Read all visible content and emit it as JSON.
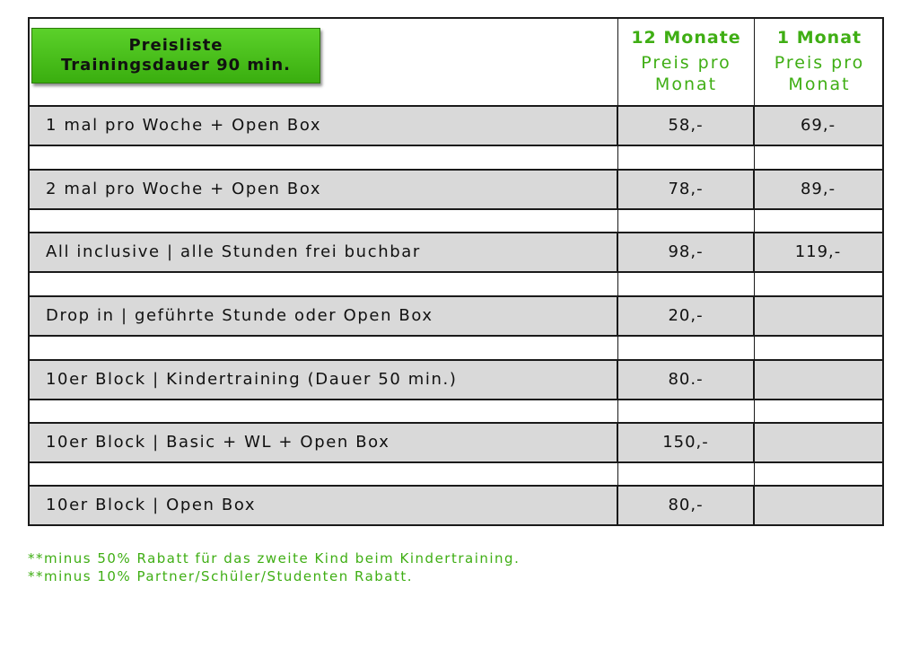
{
  "badge": {
    "line1": "Preisliste",
    "line2": "Trainingsdauer 90 min."
  },
  "columns": [
    {
      "title": "12 Monate",
      "sub": "Preis pro Monat"
    },
    {
      "title": "1 Monat",
      "sub": "Preis pro Monat"
    }
  ],
  "rows": [
    {
      "label": "1 mal pro Woche + Open Box",
      "p12": "58,-",
      "p1": "69,-"
    },
    {
      "label": "2 mal pro Woche + Open Box",
      "p12": "78,-",
      "p1": "89,-"
    },
    {
      "label": "All inclusive | alle Stunden frei buchbar",
      "p12": "98,-",
      "p1": "119,-"
    },
    {
      "label": "Drop in | geführte Stunde oder Open Box",
      "p12": "20,-",
      "p1": ""
    },
    {
      "label": "10er Block | Kindertraining (Dauer 50 min.)",
      "p12": "80.-",
      "p1": ""
    },
    {
      "label": "10er Block | Basic + WL + Open Box",
      "p12": "150,-",
      "p1": ""
    },
    {
      "label": "10er Block | Open Box",
      "p12": "80,-",
      "p1": ""
    }
  ],
  "notes": [
    "**minus 50% Rabatt für das zweite Kind beim Kindertraining.",
    "**minus 10% Partner/Schüler/Studenten Rabatt."
  ],
  "colors": {
    "accent_green": "#3fae14",
    "badge_green": "#4cc01e",
    "row_gray": "#d9d9d9"
  }
}
